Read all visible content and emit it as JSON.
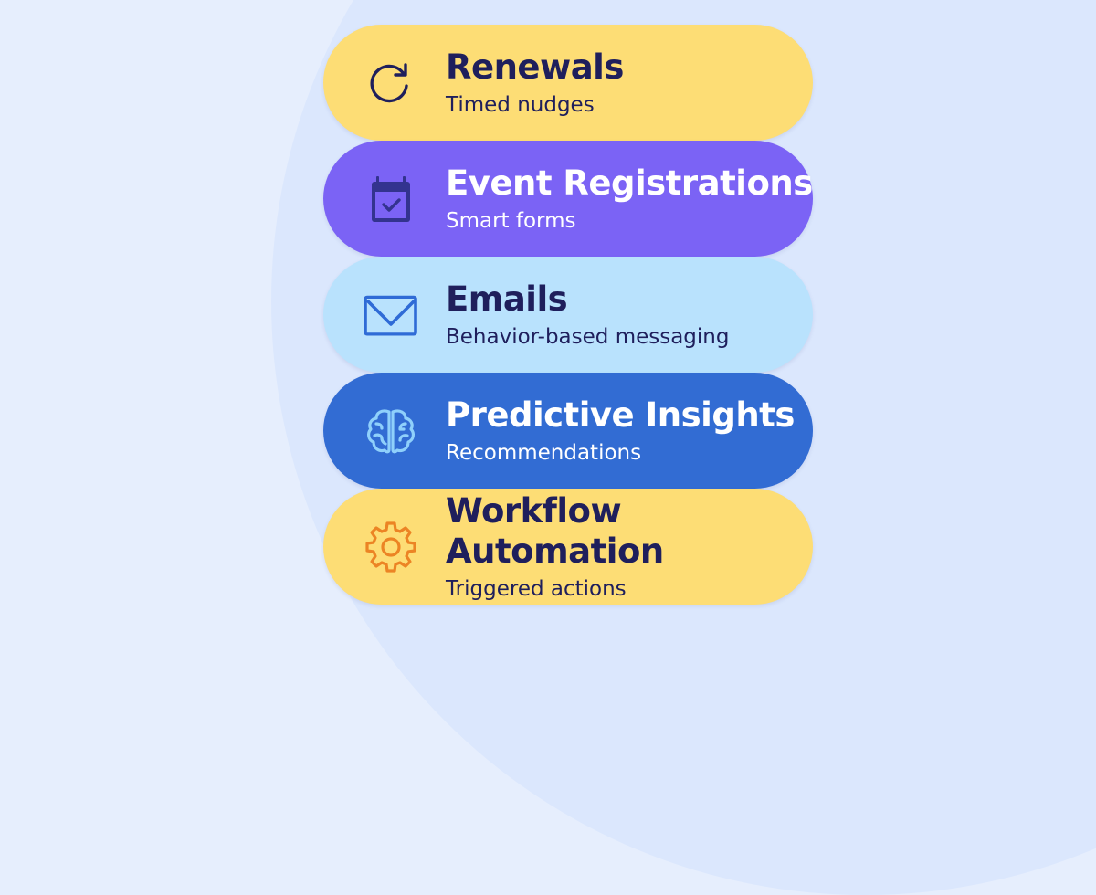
{
  "theme": {
    "background": "#e6eefd",
    "background_circle": "#dbe7fd",
    "dark_text": "#1f1f5c"
  },
  "features": [
    {
      "id": "renewals",
      "title": "Renewals",
      "subtitle": "Timed nudges",
      "icon": "refresh-icon",
      "bg": "#fddd75",
      "title_color": "#1f1f5c",
      "sub_color": "#1f1f5c",
      "icon_color": "#1f1f5c"
    },
    {
      "id": "event-registrations",
      "title": "Event Registrations",
      "subtitle": "Smart forms",
      "icon": "calendar-check-icon",
      "bg": "#7b63f5",
      "title_color": "#ffffff",
      "sub_color": "#ffffff",
      "icon_color": "#33338f"
    },
    {
      "id": "emails",
      "title": "Emails",
      "subtitle": "Behavior-based messaging",
      "icon": "mail-icon",
      "bg": "#b9e2fd",
      "title_color": "#1f1f5c",
      "sub_color": "#1f1f5c",
      "icon_color": "#2f6bd6"
    },
    {
      "id": "predictive-insights",
      "title": "Predictive Insights",
      "subtitle": "Recommendations",
      "icon": "brain-icon",
      "bg": "#326cd3",
      "title_color": "#ffffff",
      "sub_color": "#ffffff",
      "icon_color": "#8fd0fb"
    },
    {
      "id": "workflow-automation",
      "title": "Workflow Automation",
      "subtitle": "Triggered actions",
      "icon": "gear-icon",
      "bg": "#fddd75",
      "title_color": "#1f1f5c",
      "sub_color": "#1f1f5c",
      "icon_color": "#ec8424"
    }
  ]
}
